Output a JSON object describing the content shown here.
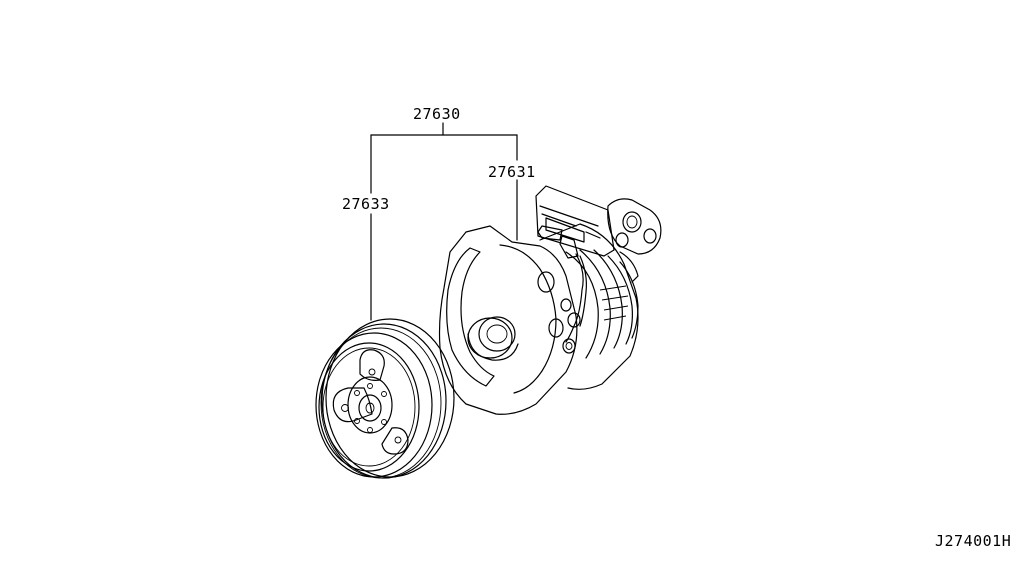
{
  "labels": {
    "assembly": "27630",
    "compressor": "27631",
    "clutch": "27633"
  },
  "figure_code": "J274001H"
}
